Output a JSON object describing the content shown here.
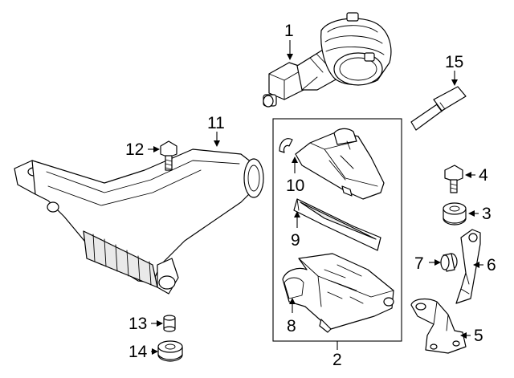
{
  "diagram": {
    "callouts": [
      {
        "id": "1",
        "part": "mass-air-flow-sensor"
      },
      {
        "id": "2",
        "part": "air-cleaner-assembly"
      },
      {
        "id": "3",
        "part": "grommet"
      },
      {
        "id": "4",
        "part": "bolt"
      },
      {
        "id": "5",
        "part": "bracket"
      },
      {
        "id": "6",
        "part": "bracket"
      },
      {
        "id": "7",
        "part": "grommet"
      },
      {
        "id": "8",
        "part": "lower-housing"
      },
      {
        "id": "9",
        "part": "air-filter-element"
      },
      {
        "id": "10",
        "part": "upper-cover"
      },
      {
        "id": "11",
        "part": "air-inlet-duct"
      },
      {
        "id": "12",
        "part": "bolt"
      },
      {
        "id": "13",
        "part": "collar"
      },
      {
        "id": "14",
        "part": "grommet"
      },
      {
        "id": "15",
        "part": "clamp"
      }
    ],
    "colors": {
      "line": "#000000",
      "background": "#ffffff",
      "shade": "#e9e9e9"
    }
  }
}
